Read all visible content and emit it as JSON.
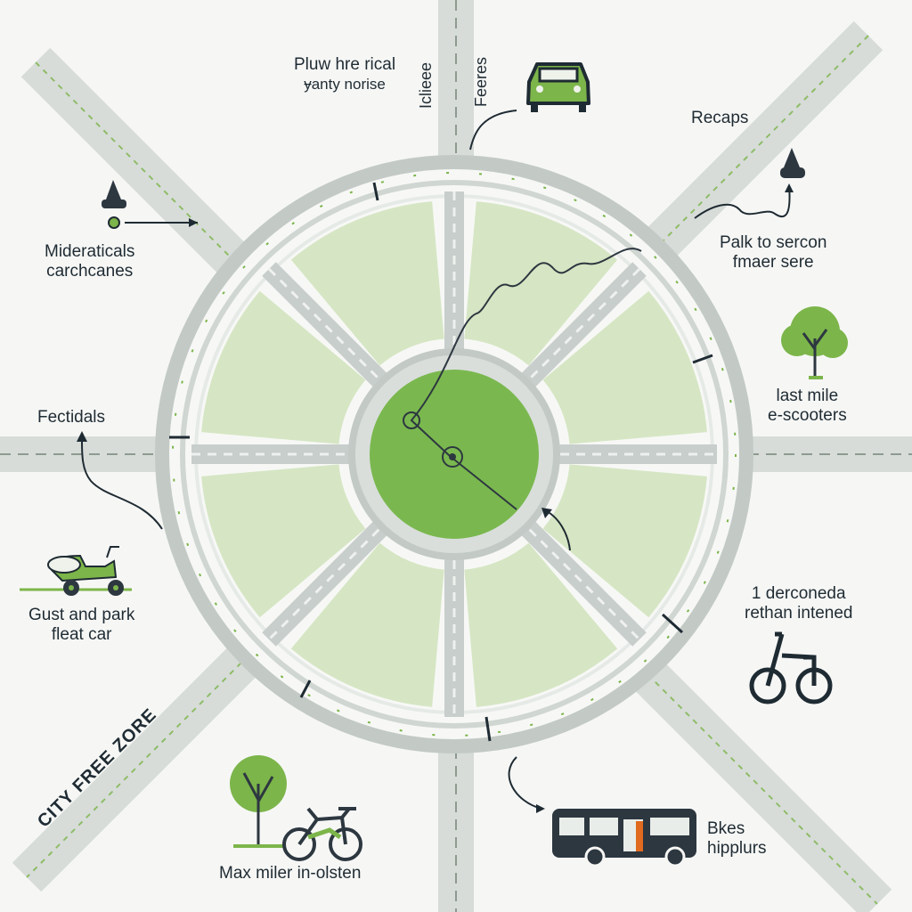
{
  "colors": {
    "background": "#f6f7f5",
    "road": "#d4d9d6",
    "road_edge": "#b9c0bd",
    "road_line": "#8e9a90",
    "accent_green": "#7cb54a",
    "sector_green": "#d6e6c4",
    "center_green": "#7ab84f",
    "ink": "#1f2b33",
    "bus_orange": "#e06a1f"
  },
  "labels": {
    "top_center": [
      "Pluw hre rical",
      "ɏanty norise"
    ],
    "top_vertical_left": "Iclieee",
    "top_vertical_right": "Feeres",
    "top_right": "Recaps",
    "left_upper": [
      "Mideraticals",
      "carchcanes"
    ],
    "right_upper": [
      "Palk to sercon",
      "fmaer sere"
    ],
    "left_middle": "Fectidals",
    "right_middle": [
      "last mile",
      "e-scooters"
    ],
    "left_lower": [
      "Gust and park",
      "fleat car"
    ],
    "right_lower": [
      "1 derconeda",
      "rethan intened"
    ],
    "zone_title": "CITY FREE ZORE",
    "bottom_center": "Max miler in-olsten",
    "bottom_right": [
      "Bkes",
      "hipplurs"
    ]
  },
  "icons": [
    "car-icon",
    "traffic-cone-icon",
    "tree-icon",
    "bicycle-icon",
    "scooter-icon",
    "bus-icon",
    "e-bike-icon"
  ]
}
